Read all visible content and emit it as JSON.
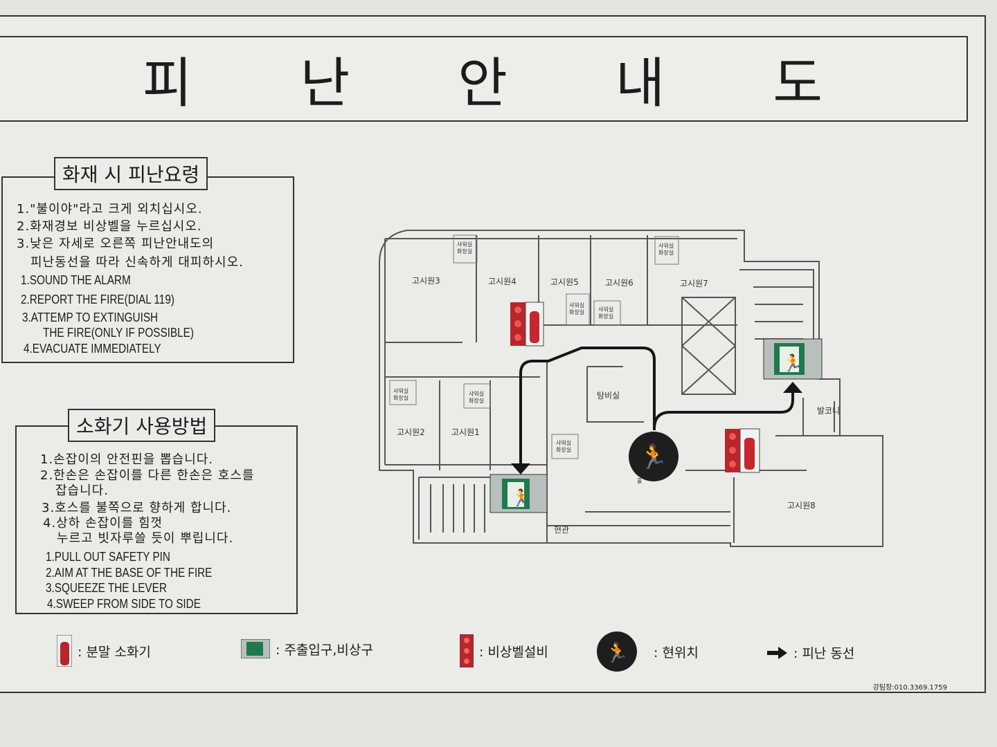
{
  "title": [
    "피",
    "난",
    "안",
    "내",
    "도"
  ],
  "fire_guide": {
    "heading": "화재 시 피난요령",
    "ko": [
      "1.\"불이야\"라고 크게 외치십시오.",
      "2.화재경보 비상벨을 누르십시오.",
      "3.낮은 자세로 오른쪽 피난안내도의",
      "피난동선을 따라 신속하게 대피하시오."
    ],
    "en": [
      "1.SOUND THE ALARM",
      "2.REPORT THE FIRE(DIAL 119)",
      "3.ATTEMP TO EXTINGUISH",
      "THE FIRE(ONLY IF POSSIBLE)",
      "4.EVACUATE IMMEDIATELY"
    ]
  },
  "extinguisher_guide": {
    "heading": "소화기 사용방법",
    "ko": [
      "1.손잡이의 안전핀을 뽑습니다.",
      "2.한손은 손잡이를 다른 한손은 호스를",
      "잡습니다.",
      "3.호스를 불쪽으로 향하게 합니다.",
      "4.상하 손잡이를 힘껏",
      "누르고 빗자루쓸 듯이 뿌립니다."
    ],
    "en": [
      "1.PULL OUT SAFETY PIN",
      "2.AIM AT THE BASE OF THE FIRE",
      "3.SQUEEZE THE LEVER",
      "4.SWEEP FROM SIDE TO SIDE"
    ]
  },
  "floor_plan": {
    "rooms": [
      "고시원3",
      "고시원4",
      "고시원5",
      "고시원6",
      "고시원7",
      "고시원2",
      "고시원1",
      "고시원8",
      "탕비실",
      "발코니",
      "현관",
      "홀"
    ],
    "bathroom_label": [
      "샤워실",
      "화장실"
    ]
  },
  "legend": [
    {
      "icon": "fire-extinguisher",
      "label": ": 분말 소화기"
    },
    {
      "icon": "exit-sign",
      "label": ": 주출입구,비상구"
    },
    {
      "icon": "emergency-bell",
      "label": ": 비상벨설비"
    },
    {
      "icon": "current-location",
      "label": ": 현위치"
    },
    {
      "icon": "arrow-right",
      "label": ": 피난 동선"
    }
  ],
  "contact": "강팀장:010.3369.1759",
  "colors": {
    "exit_green": "#1e7a4c",
    "bell_red": "#b8262c",
    "route": "#161616"
  }
}
